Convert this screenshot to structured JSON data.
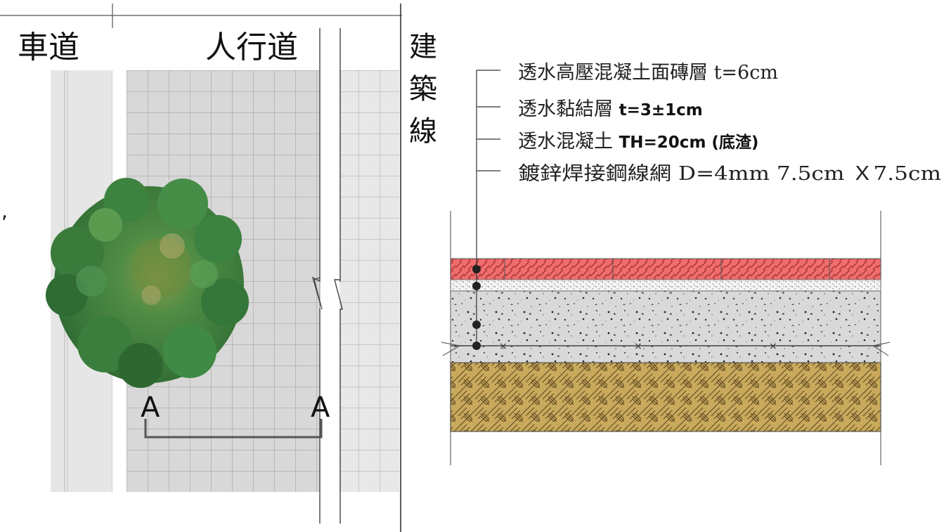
{
  "plan": {
    "label_roadway": "車道",
    "label_sidewalk": "人行道",
    "label_building_line": [
      "建",
      "築",
      "線"
    ],
    "section_mark_left": "A",
    "section_mark_right": "A",
    "stray_mark": ","
  },
  "section": {
    "callouts": [
      {
        "main": "透水高壓混凝土面磚層 t=6cm",
        "bold": ""
      },
      {
        "main": "透水黏結層 ",
        "bold": "t=3±1cm"
      },
      {
        "main": "透水混凝土 ",
        "bold": "TH=20cm (底渣)"
      },
      {
        "main": "鍍鋅焊接鋼線網 D=4mm 7.5cm Ｘ7.5cm",
        "bold": ""
      }
    ],
    "layers": [
      {
        "name": "permeable-paver-layer",
        "color": "#f26d6d"
      },
      {
        "name": "bonding-layer",
        "color": "#f4f4f4"
      },
      {
        "name": "permeable-concrete-layer",
        "color": "#d9d9d9"
      },
      {
        "name": "subgrade-layer",
        "color": "#c9a95c"
      }
    ]
  },
  "colors": {
    "line": "#333333",
    "paving": "#d8d8d8",
    "road": "#e7e7e7",
    "tree_dark": "#2f6b33",
    "tree_mid": "#3f8a44",
    "tree_light": "#6aa55a"
  }
}
